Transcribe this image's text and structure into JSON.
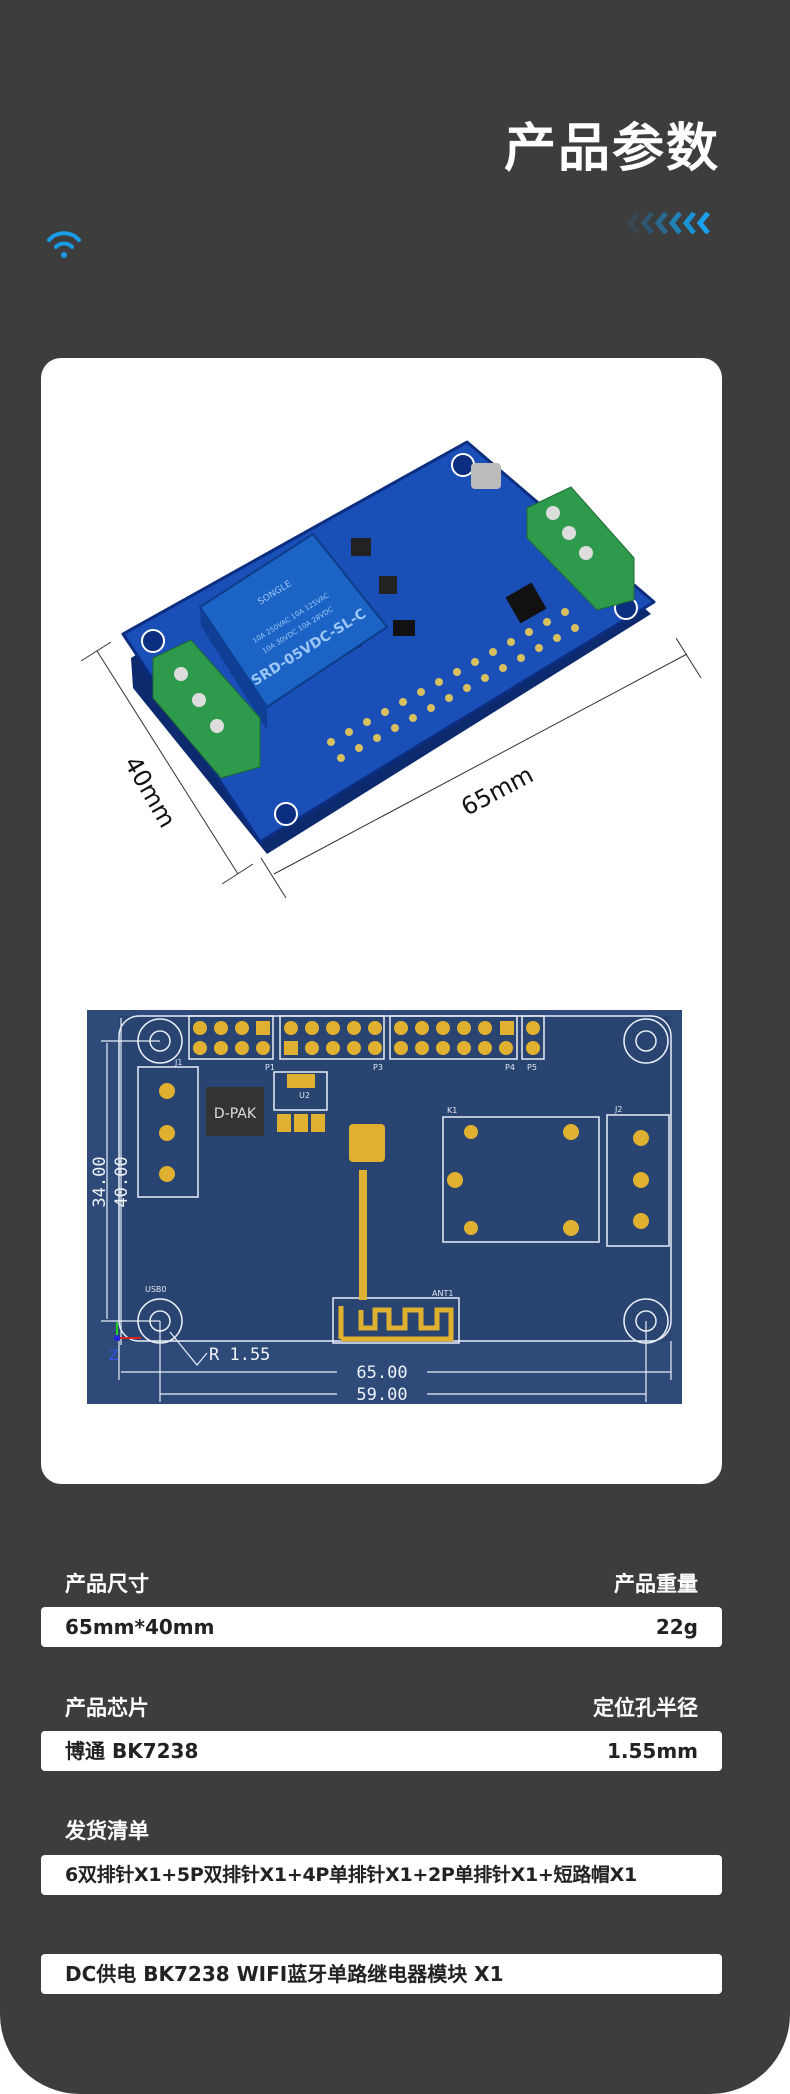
{
  "header": {
    "title": "产品参数",
    "icon": "wifi-icon",
    "accent": "#1a9be6"
  },
  "product_photo": {
    "dim_width": "65mm",
    "dim_height": "40mm",
    "relay_brand": "SONGLE",
    "relay_model": "SRD-05VDC-SL-C",
    "relay_rating_1": "10A 250VAC 10A 125VAC",
    "relay_rating_2": "10A 30VDC 10A 28VDC"
  },
  "pcb_drawing": {
    "dim_34": "34.00",
    "dim_40": "40.00",
    "radius": "R 1.55",
    "dim_65": "65.00",
    "dim_59": "59.00",
    "dpak": "D-PAK",
    "u2": "U2",
    "k1": "K1",
    "j1": "J1",
    "j2": "J2",
    "ant": "ANT1",
    "usb": "USB0",
    "p1": "P1",
    "p3": "P3",
    "p4": "P4",
    "p5": "P5",
    "axis_z": "Z"
  },
  "specs": {
    "size_label": "产品尺寸",
    "size_value": "65mm*40mm",
    "weight_label": "产品重量",
    "weight_value": "22g",
    "chip_label": "产品芯片",
    "chip_value": "博通 BK7238",
    "hole_label": "定位孔半径",
    "hole_value": "1.55mm",
    "list_label": "发货清单",
    "list_value": "6双排针X1+5P双排针X1+4P单排针X1+2P单排针X1+短路帽X1",
    "module_value": "DC供电 BK7238 WIFI蓝牙单路继电器模块 X1"
  }
}
